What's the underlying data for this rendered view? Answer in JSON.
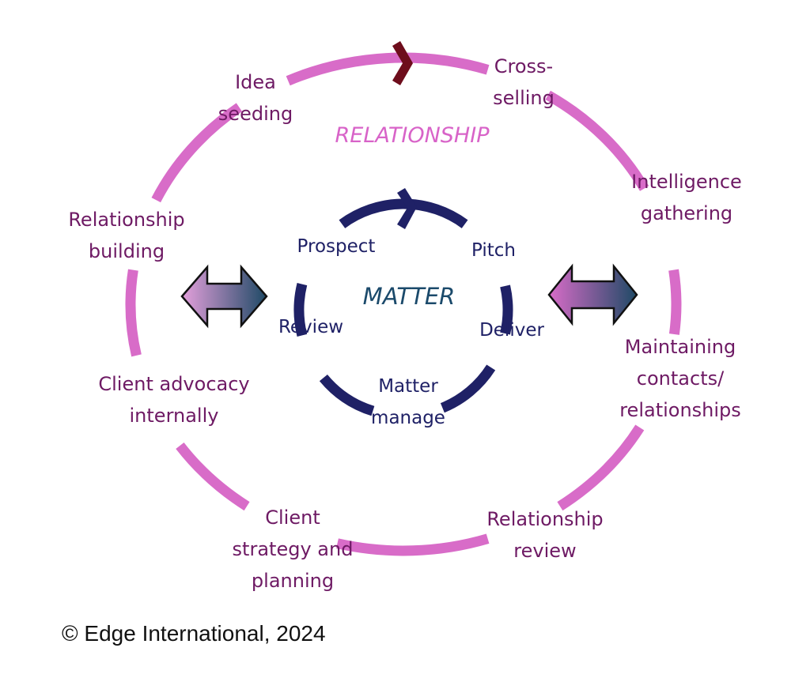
{
  "diagram": {
    "outer_cycle": {
      "title": "RELATIONSHIP",
      "color": "#d86cc8",
      "arrow_color": "#6e0d1c",
      "label_color": "#6e1a64",
      "steps": [
        {
          "label_lines": [
            "Cross-",
            "selling"
          ]
        },
        {
          "label_lines": [
            "Intelligence",
            "gathering"
          ]
        },
        {
          "label_lines": [
            "Maintaining",
            "contacts/",
            "relationships"
          ]
        },
        {
          "label_lines": [
            "Relationship",
            "review"
          ]
        },
        {
          "label_lines": [
            "Client",
            "strategy and",
            "planning"
          ]
        },
        {
          "label_lines": [
            "Client advocacy",
            "internally"
          ]
        },
        {
          "label_lines": [
            "Relationship",
            "building"
          ]
        },
        {
          "label_lines": [
            "Idea",
            "seeding"
          ]
        }
      ]
    },
    "inner_cycle": {
      "title": "MATTER",
      "color": "#1f2166",
      "steps": [
        {
          "label_lines": [
            "Pitch"
          ]
        },
        {
          "label_lines": [
            "Deliver"
          ]
        },
        {
          "label_lines": [
            "Matter",
            "manage"
          ]
        },
        {
          "label_lines": [
            "Review"
          ]
        },
        {
          "label_lines": [
            "Prospect"
          ]
        }
      ]
    },
    "connectors": [
      {
        "name": "left-double-arrow",
        "gradient": [
          "#e4a0dc",
          "#1f4a66"
        ]
      },
      {
        "name": "right-double-arrow",
        "gradient": [
          "#d86cc8",
          "#1f4a66"
        ]
      }
    ]
  },
  "footer": {
    "copyright": "© Edge International, 2024"
  }
}
